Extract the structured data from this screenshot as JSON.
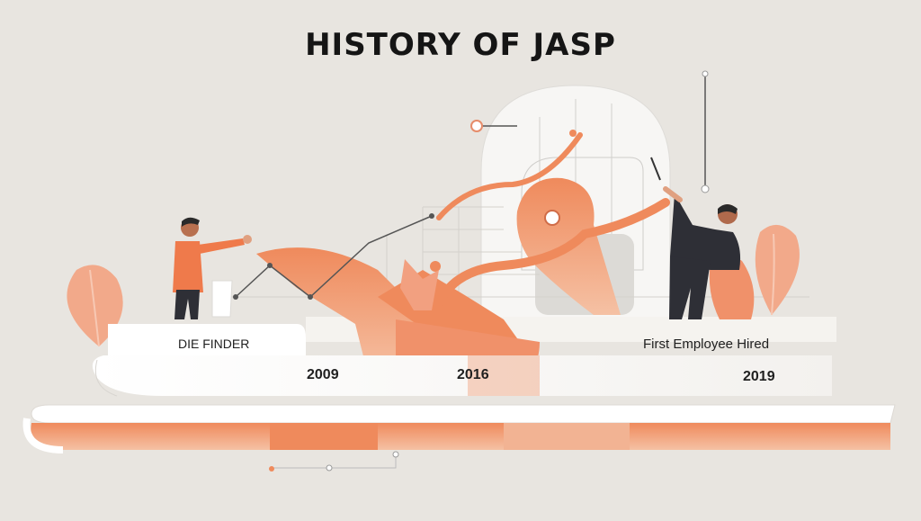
{
  "title": "HISTORY OF JASP",
  "milestones": [
    {
      "label": "DIE FINDER",
      "year": "2009"
    },
    {
      "label": "",
      "year": "2016"
    },
    {
      "label": "First Employee Hired",
      "year": "2019"
    }
  ],
  "colors": {
    "background": "#e8e5e0",
    "accent": "#ef8a5c",
    "accent_light": "#f2b393",
    "ribbon": "#ffffff",
    "figure_dark": "#2e2f36"
  }
}
